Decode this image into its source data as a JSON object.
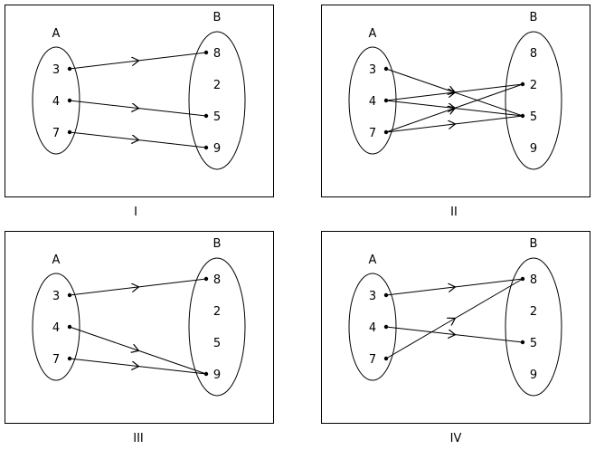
{
  "diagrams": [
    {
      "caption": "I",
      "set_a": {
        "name": "A",
        "elements": [
          "3",
          "4",
          "7"
        ]
      },
      "set_b": {
        "name": "B",
        "elements": [
          "8",
          "2",
          "5",
          "9"
        ]
      },
      "mappings": [
        {
          "from": "3",
          "to": "8"
        },
        {
          "from": "4",
          "to": "5"
        },
        {
          "from": "7",
          "to": "9"
        }
      ]
    },
    {
      "caption": "II",
      "set_a": {
        "name": "A",
        "elements": [
          "3",
          "4",
          "7"
        ]
      },
      "set_b": {
        "name": "B",
        "elements": [
          "8",
          "2",
          "5",
          "9"
        ]
      },
      "mappings": [
        {
          "from": "3",
          "to": "5"
        },
        {
          "from": "4",
          "to": "2"
        },
        {
          "from": "4",
          "to": "5"
        },
        {
          "from": "7",
          "to": "2"
        },
        {
          "from": "7",
          "to": "5"
        }
      ]
    },
    {
      "caption": "III",
      "set_a": {
        "name": "A",
        "elements": [
          "3",
          "4",
          "7"
        ]
      },
      "set_b": {
        "name": "B",
        "elements": [
          "8",
          "2",
          "5",
          "9"
        ]
      },
      "mappings": [
        {
          "from": "3",
          "to": "8"
        },
        {
          "from": "4",
          "to": "9"
        },
        {
          "from": "7",
          "to": "9"
        }
      ]
    },
    {
      "caption": "IV",
      "set_a": {
        "name": "A",
        "elements": [
          "3",
          "4",
          "7"
        ]
      },
      "set_b": {
        "name": "B",
        "elements": [
          "8",
          "2",
          "5",
          "9"
        ]
      },
      "mappings": [
        {
          "from": "3",
          "to": "8"
        },
        {
          "from": "4",
          "to": "5"
        },
        {
          "from": "7",
          "to": "8"
        }
      ]
    }
  ]
}
